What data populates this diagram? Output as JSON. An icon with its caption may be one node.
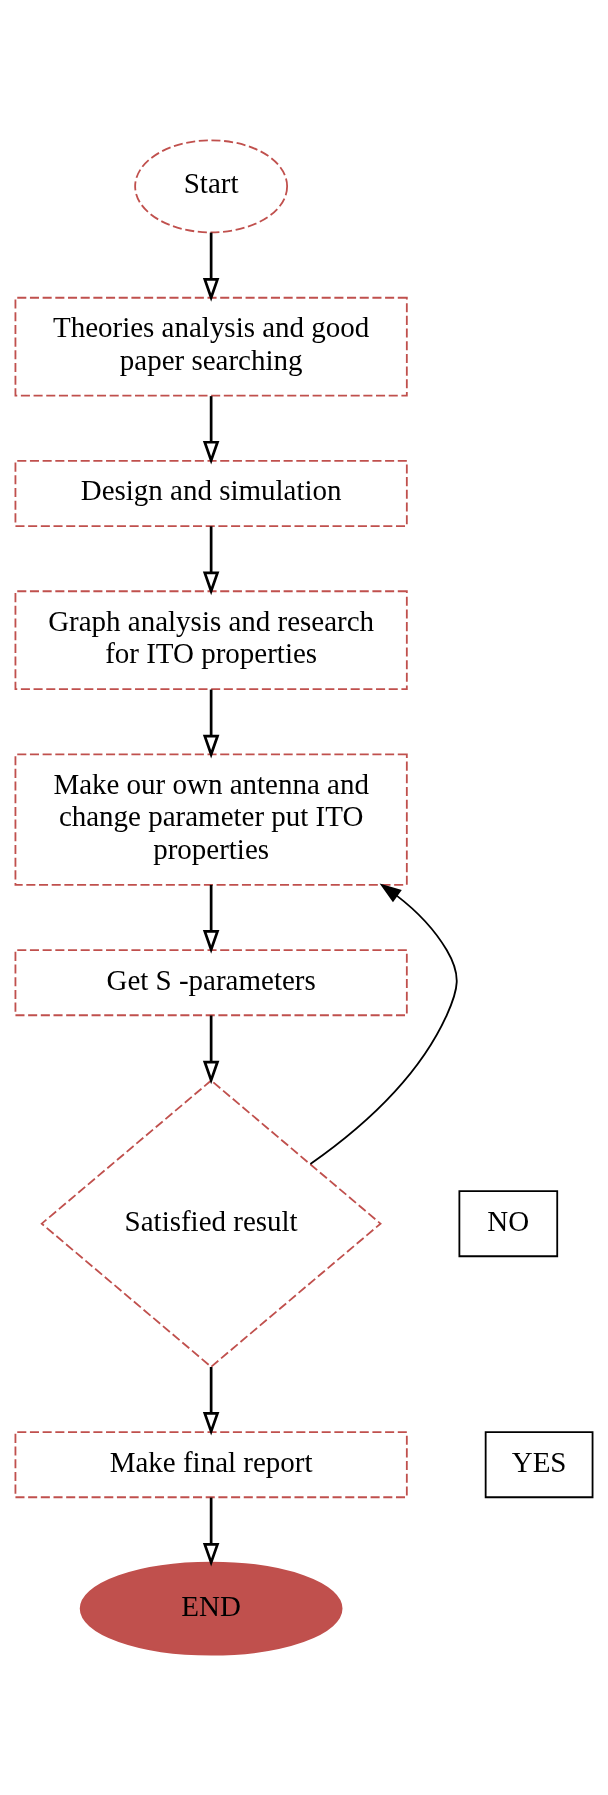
{
  "diagram": {
    "nodes": [
      {
        "text": [
          "Start"
        ]
      },
      {
        "text": [
          "Theories analysis and good paper searching"
        ]
      },
      {
        "text": [
          "Design and simulation"
        ]
      },
      {
        "text": [
          "Graph analysis and research for ITO properties"
        ]
      },
      {
        "text": [
          "Make our own antenna and change parameter put ITO properties"
        ]
      },
      {
        "text": [
          "Get S -parameters"
        ]
      },
      {
        "text": [
          "Satisfied result"
        ]
      },
      {
        "text": [
          "NO"
        ]
      },
      {
        "text": [
          "YES"
        ]
      },
      {
        "text": [
          "Make final report"
        ]
      },
      {
        "text": [
          "END"
        ]
      }
    ],
    "edges": [
      {
        "from": 0,
        "to": 1,
        "arrow": "to"
      },
      {
        "from": 1,
        "to": 2,
        "arrow": "to"
      },
      {
        "from": 2,
        "to": 3,
        "arrow": "to"
      },
      {
        "from": 3,
        "to": 4,
        "arrow": "to"
      },
      {
        "from": 4,
        "to": 5,
        "arrow": "to"
      },
      {
        "from": 5,
        "to": 6,
        "arrow": "to"
      },
      {
        "from": 6,
        "to": 9,
        "arrow": "to"
      },
      {
        "from": 9,
        "to": 10,
        "arrow": "to"
      },
      {
        "from": 6,
        "to": 4,
        "arrow": "to"
      }
    ]
  }
}
